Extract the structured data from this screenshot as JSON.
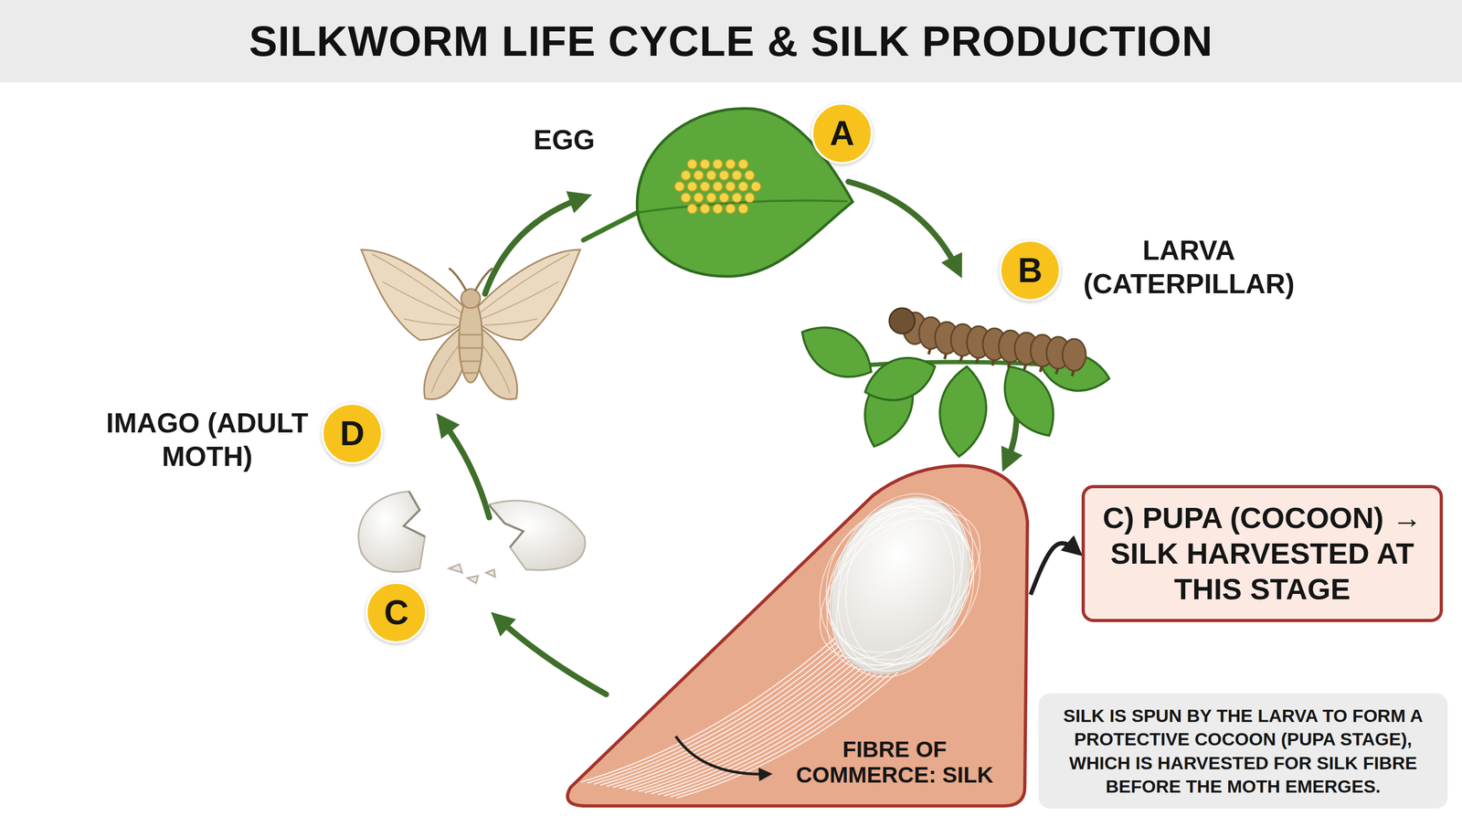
{
  "diagram": {
    "title": "SILKWORM LIFE CYCLE & SILK PRODUCTION",
    "nodes": [
      {
        "text": [
          "A"
        ]
      },
      {
        "text": [
          "B"
        ]
      },
      {
        "text": [
          "D"
        ]
      },
      {
        "text": [
          "C"
        ]
      },
      {
        "text": [
          "FIBRE OF COMMERCE: SILK"
        ]
      },
      {
        "text": [
          "C) PUPA (COCOON) → SILK HARVESTED AT THIS STAGE"
        ]
      },
      {
        "text": [
          "SILK IS SPUN BY THE LARVA TO FORM A PROTECTIVE COCOON (PUPA STAGE), WHICH IS HARVESTED FOR SILK FIBRE BEFORE THE MOTH EMERGES."
        ]
      }
    ],
    "edges": [
      {
        "from": 4,
        "to": 5,
        "arrow": "to"
      }
    ],
    "labels": [
      "EGG",
      "LARVA (CATERPILLAR)",
      "IMAGO (ADULT MOTH)"
    ]
  }
}
